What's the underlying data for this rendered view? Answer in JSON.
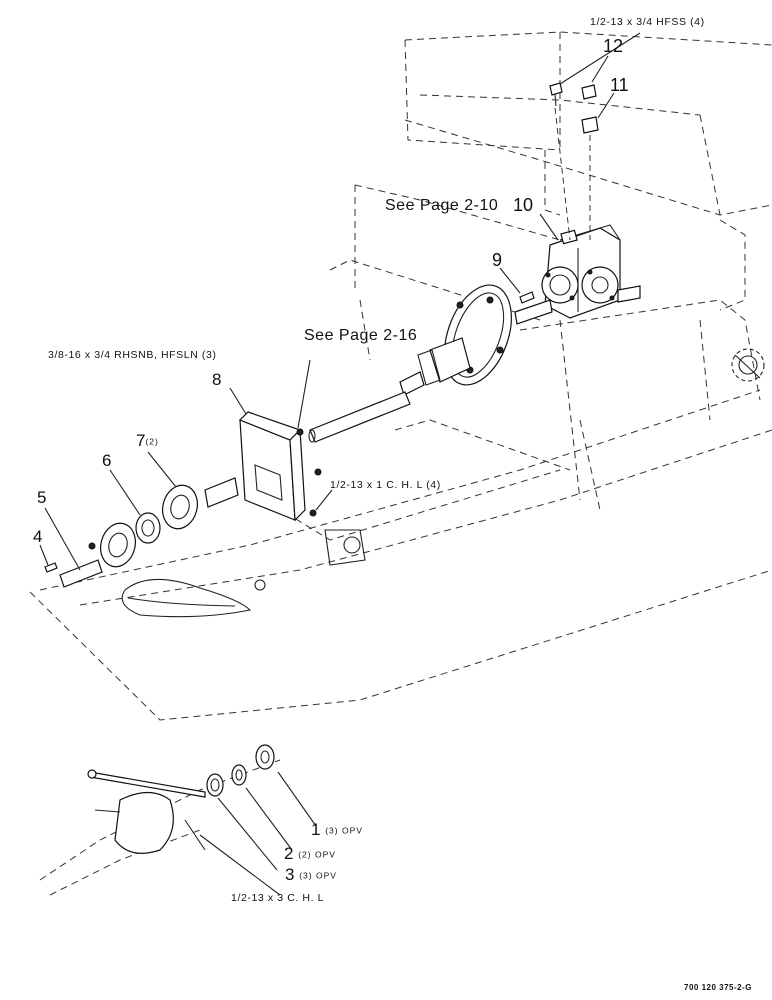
{
  "labels": {
    "fastener_top": "1/2-13 x 3/4 HFSS (4)",
    "ref_page_gearbox": "See Page 2-10",
    "ref_page_hub": "See Page 2-16",
    "fastener_bracket": "3/8-16 x 3/4 RHSNB, HFSLN (3)",
    "fastener_mount": "1/2-13 x 1 C. H. L (4)",
    "fastener_bottom": "1/2-13 x 3 C. H. L"
  },
  "callouts": {
    "c1": "1",
    "c1_qty": "(3) OPV",
    "c2": "2",
    "c2_qty": "(2) OPV",
    "c3": "3",
    "c3_qty": "(3) OPV",
    "c4": "4",
    "c5": "5",
    "c6": "6",
    "c7": "7",
    "c7_qty": "(2)",
    "c8": "8",
    "c9": "9",
    "c10": "10",
    "c11": "11",
    "c12": "12"
  },
  "part_number": "700 120 375-2-G"
}
